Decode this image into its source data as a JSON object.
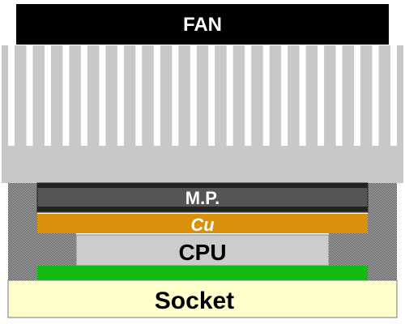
{
  "labels": {
    "fan": "FAN",
    "mounting_plate": "M.P.",
    "copper": "Cu",
    "cpu": "CPU",
    "socket": "Socket"
  },
  "colors": {
    "fan": "#000000",
    "fan_text": "#ffffff",
    "heatsink": "#c8c8c8",
    "fin_gap": "#ffffff",
    "mounting_plate": "#555555",
    "mounting_plate_edge": "#222222",
    "copper": "#d9900a",
    "cpu": "#cccccc",
    "cpu_border": "#888888",
    "pcb": "#11bb11",
    "socket": "#ffffcc",
    "socket_border": "#777777",
    "support": "#9a9a9a"
  },
  "heatsink": {
    "fin_count": 22
  }
}
